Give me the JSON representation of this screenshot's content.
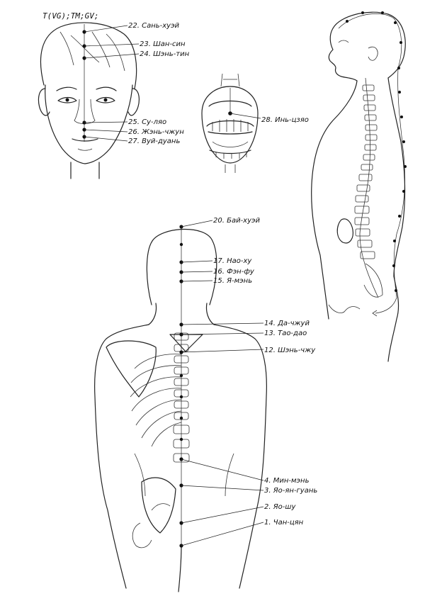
{
  "header": "T(VG);TM;GV;",
  "face_points": [
    {
      "id": "22",
      "label": "22. Сань-хуэй"
    },
    {
      "id": "23",
      "label": "23. Шан-син"
    },
    {
      "id": "24",
      "label": "24. Шэнь-тин"
    },
    {
      "id": "25",
      "label": "25. Су-ляо"
    },
    {
      "id": "26",
      "label": "26. Жэнь-чжун"
    },
    {
      "id": "27",
      "label": "27. Вуй-дуань"
    }
  ],
  "mouth_point": {
    "id": "28",
    "label": "28. Инь-цзяо"
  },
  "back_points": [
    {
      "id": "20",
      "label": "20. Бай-хуэй"
    },
    {
      "id": "17",
      "label": "17. Нао-ху"
    },
    {
      "id": "16",
      "label": "16. Фэн-фу"
    },
    {
      "id": "15",
      "label": "15. Я-мэнь"
    },
    {
      "id": "14",
      "label": "14. Да-чжуй"
    },
    {
      "id": "13",
      "label": "13. Тао-дао"
    },
    {
      "id": "12",
      "label": "12. Шэнь-чжу"
    },
    {
      "id": "4",
      "label": "4. Мин-мэнь"
    },
    {
      "id": "3",
      "label": "3. Яо-ян-гуань"
    },
    {
      "id": "2",
      "label": "2. Яо-шу"
    },
    {
      "id": "1",
      "label": "1. Чан-цян"
    }
  ]
}
